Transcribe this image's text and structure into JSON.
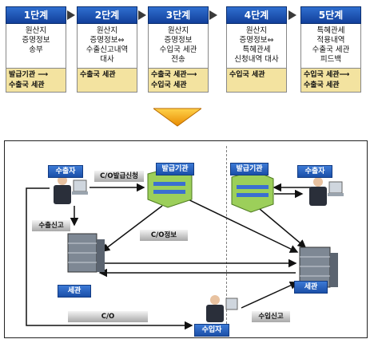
{
  "steps": [
    {
      "title": "1단계",
      "body": "원산지\n증명정보\n송부",
      "foot": "발급기관 ⟶\n수출국 세관"
    },
    {
      "title": "2단계",
      "body": "원산지\n증명정보⇔\n수출신고내역\n대사",
      "foot": "수출국 세관"
    },
    {
      "title": "3단계",
      "body": "원산지\n증명정보\n수입국 세관\n전송",
      "foot": "수출국 세관⟶\n수입국 세관"
    },
    {
      "title": "4단계",
      "body": "원산지\n증명정보⇔\n특혜관세\n신청내역 대사",
      "foot": "수입국 세관"
    },
    {
      "title": "5단계",
      "body": "특혜관세\n적용내역\n수출국 세관\n피드백",
      "foot": "수입국 세관⟶\n수출국 세관"
    }
  ],
  "diagram": {
    "exporter": "수출자",
    "issuer_left": "발급기관",
    "issuer_right": "발급기관",
    "exporter_right": "수출자",
    "customs_left": "세관",
    "customs_right": "세관",
    "importer": "수입자",
    "co_request": "C/O발급신청",
    "co_info": "C/O정보",
    "export_declaration": "수출신고",
    "co": "C/O",
    "import_declaration": "수입신고"
  }
}
